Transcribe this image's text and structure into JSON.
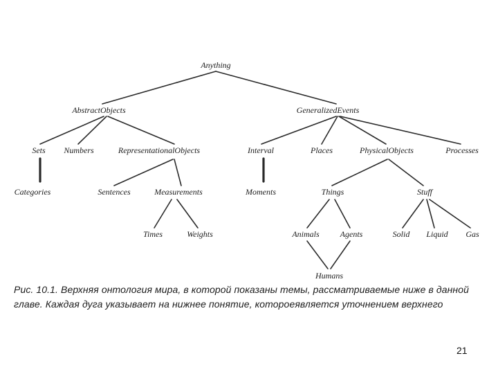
{
  "nodes": {
    "anything": "Anything",
    "abstract_objects": "AbstractObjects",
    "generalized_events": "GeneralizedEvents",
    "sets": "Sets",
    "numbers": "Numbers",
    "representational_objects": "RepresentationalObjects",
    "interval": "Interval",
    "places": "Places",
    "physical_objects": "PhysicalObjects",
    "processes": "Processes",
    "categories": "Categories",
    "sentences": "Sentences",
    "measurements": "Measurements",
    "moments": "Moments",
    "things": "Things",
    "stuff": "Stuff",
    "times": "Times",
    "weights": "Weights",
    "animals": "Animals",
    "agents": "Agents",
    "solid": "Solid",
    "liquid": "Liquid",
    "gas": "Gas",
    "humans": "Humans"
  },
  "caption": {
    "line1": "Рис. 10.1. Верхняя онтология мира, в которой показаны темы, рассматриваемые ниже в данной",
    "line2": "главе. Каждая дуга указывает на нижнее понятие, котороеявляется уточнением верхнего"
  },
  "page_number": "21"
}
